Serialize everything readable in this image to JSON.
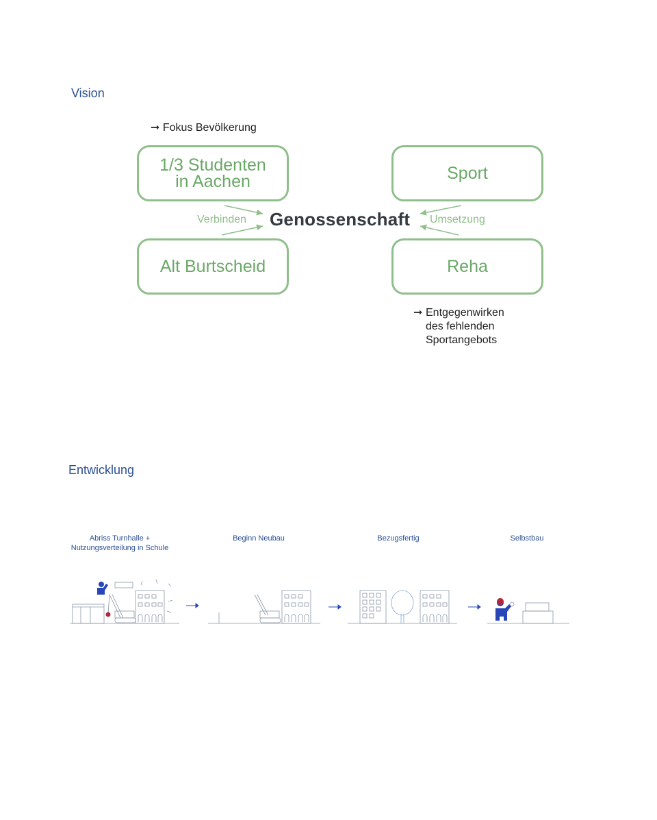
{
  "vision": {
    "heading": "Vision",
    "focus_note": "Fokus Bevölkerung",
    "center": "Genossenschaft",
    "boxes": {
      "students_line1": "1/3 Studenten",
      "students_line2": "in Aachen",
      "sport": "Sport",
      "burtscheid": "Alt Burtscheid",
      "reha": "Reha"
    },
    "left_label": "Verbinden",
    "right_label": "Umsetzung",
    "bottom_note": [
      "Entgegenwirken",
      "des fehlenden",
      "Sportangebots"
    ]
  },
  "entwicklung": {
    "heading": "Entwicklung",
    "stages": [
      {
        "line1": "Abriss Turnhalle +",
        "line2": "Nutzungsverteilung in Schule"
      },
      {
        "line1": "Beginn Neubau",
        "line2": ""
      },
      {
        "line1": "Bezugsfertig",
        "line2": ""
      },
      {
        "line1": "Selbstbau",
        "line2": ""
      }
    ]
  },
  "colors": {
    "heading_blue": "#2b4f96",
    "box_green": "#8fbf8a",
    "text_green": "#6aa866",
    "dark_text": "#333a40",
    "figure_blue": "#2747b8",
    "accent_red": "#b0283a"
  }
}
